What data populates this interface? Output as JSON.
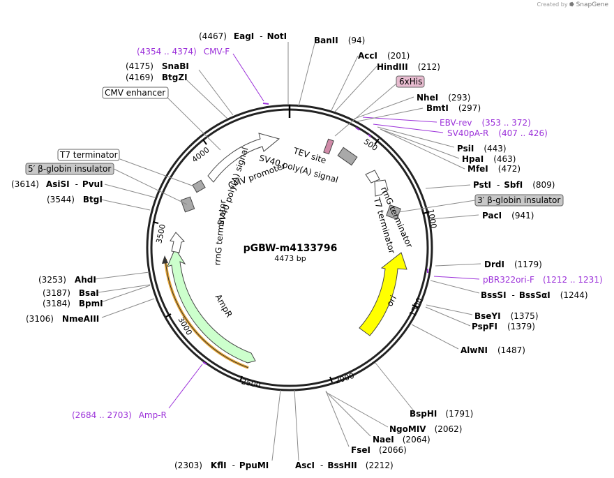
{
  "header": {
    "credit_prefix": "Created by",
    "credit_brand": "SnapGene"
  },
  "plasmid": {
    "name": "pGBW-m4133796",
    "length_label": "4473 bp"
  },
  "ticks": [
    "500",
    "1000",
    "1500",
    "2000",
    "2500",
    "3000",
    "3500",
    "4000"
  ],
  "colors": {
    "primer": "#9b30d9",
    "ori": "#ffff00",
    "ampr": "#ccffcc",
    "gray_box": "#a9a9a9",
    "his": "#e8bcd0",
    "backbone": "#222222"
  },
  "features": {
    "cmv_promoter": "CMV promoter",
    "sv40_polya_top": "SV40 poly(A) signal",
    "tev_site": "TEV site",
    "sv40_polya_left": "SV40 poly(A) signal",
    "rrng_right": "rrnG terminator",
    "t7_right": "T7 terminator",
    "rrng_left": "rrnG terminator",
    "ori": "ori",
    "ampr": "AmpR"
  },
  "boxed": {
    "his": "6xHis",
    "cmv_enhancer": "CMV enhancer",
    "t7_terminator": "T7 terminator",
    "globin5": "5′ β-globin insulator",
    "globin3": "3′ β-globin insulator"
  },
  "sites": {
    "eagi_pos": "(4467)",
    "eagi_name": "EagI",
    "eagi_sep": "-",
    "noti_name": "NotI",
    "cmvf_range": "(4354 .. 4374)",
    "cmvf_name": "CMV-F",
    "snabi_pos": "(4175)",
    "snabi_name": "SnaBI",
    "btgzi_pos": "(4169)",
    "btgzi_name": "BtgZI",
    "asisi_pos": "(3614)",
    "asisi_name": "AsiSI",
    "asisi_sep": "-",
    "pvui_name": "PvuI",
    "btgi_pos": "(3544)",
    "btgi_name": "BtgI",
    "ahdi_pos": "(3253)",
    "ahdi_name": "AhdI",
    "bsai_pos": "(3187)",
    "bsai_name": "BsaI",
    "bpmi_pos": "(3184)",
    "bpmi_name": "BpmI",
    "nmeaiii_pos": "(3106)",
    "nmeaiii_name": "NmeAIII",
    "ampr_range": "(2684 .. 2703)",
    "ampr_name": "Amp-R",
    "kfli_pos": "(2303)",
    "kfli_name": "KflI",
    "kfli_sep": "-",
    "ppumi_name": "PpuMI",
    "asci_name": "AscI",
    "asci_sep": "-",
    "bsshii_name": "BssHII",
    "bsshii_pos": "(2212)",
    "fsei_name": "FseI",
    "fsei_pos": "(2066)",
    "naei_name": "NaeI",
    "naei_pos": "(2064)",
    "ngomiv_name": "NgoMIV",
    "ngomiv_pos": "(2062)",
    "bsphi_name": "BspHI",
    "bsphi_pos": "(1791)",
    "alwni_name": "AlwNI",
    "alwni_pos": "(1487)",
    "pspfi_name": "PspFI",
    "pspfi_pos": "(1379)",
    "bseyi_name": "BseYI",
    "bseyi_pos": "(1375)",
    "bsssi_name": "BssSI",
    "bsssi_sep": "-",
    "bsssai_name": "BssSαI",
    "bsssi_pos": "(1244)",
    "pbr_name": "pBR322ori-F",
    "pbr_range": "(1212 .. 1231)",
    "drdi_name": "DrdI",
    "drdi_pos": "(1179)",
    "paci_name": "PacI",
    "paci_pos": "(941)",
    "psti_name": "PstI",
    "psti_sep": "-",
    "sbfi_name": "SbfI",
    "psti_pos": "(809)",
    "mfei_name": "MfeI",
    "mfei_pos": "(472)",
    "hpai_name": "HpaI",
    "hpai_pos": "(463)",
    "psii_name": "PsiI",
    "psii_pos": "(443)",
    "sv40par_name": "SV40pA-R",
    "sv40par_range": "(407 .. 426)",
    "ebvrev_name": "EBV-rev",
    "ebvrev_range": "(353 .. 372)",
    "bmti_name": "BmtI",
    "bmti_pos": "(297)",
    "nhei_name": "NheI",
    "nhei_pos": "(293)",
    "hindiii_name": "HindIII",
    "hindiii_pos": "(212)",
    "acci_name": "AccI",
    "acci_pos": "(201)",
    "banii_name": "BanII",
    "banii_pos": "(94)"
  }
}
